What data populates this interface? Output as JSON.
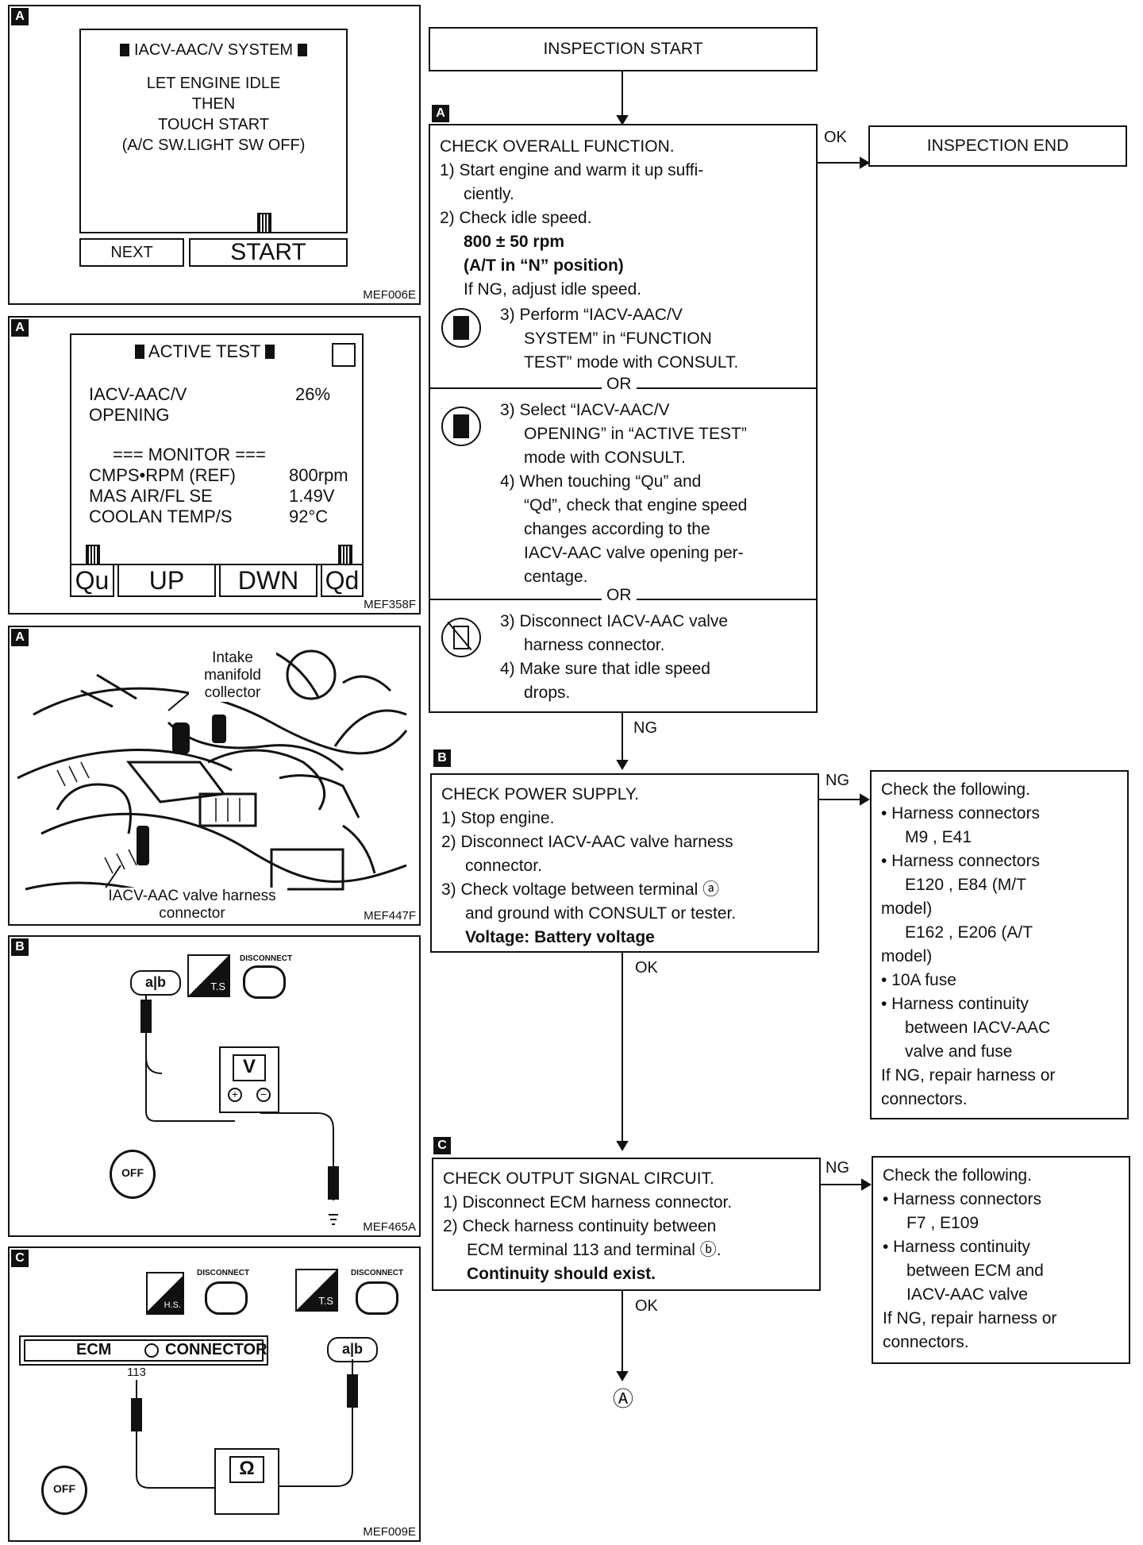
{
  "panels": {
    "p1": {
      "tag": "A",
      "title": "IACV-AAC/V SYSTEM",
      "lines": [
        "LET ENGINE IDLE",
        "THEN",
        "TOUCH START",
        "(A/C SW.LIGHT SW OFF)"
      ],
      "next": "NEXT",
      "start": "START",
      "code": "MEF006E"
    },
    "p2": {
      "tag": "A",
      "title": "ACTIVE TEST",
      "param1": "IACV-AAC/V",
      "param2": "OPENING",
      "param_val": "26%",
      "monitor": "=== MONITOR ===",
      "rows": [
        {
          "label": "CMPS•RPM (REF)",
          "value": "800rpm"
        },
        {
          "label": "MAS AIR/FL SE",
          "value": "1.49V"
        },
        {
          "label": "COOLAN TEMP/S",
          "value": "92°C"
        }
      ],
      "buttons": [
        "Qu",
        "UP",
        "DWN",
        "Qd"
      ],
      "code": "MEF358F"
    },
    "p3": {
      "tag": "A",
      "label1": "Intake manifold collector",
      "label2": "IACV-AAC valve harness connector",
      "code": "MEF447F"
    },
    "p4": {
      "tag": "B",
      "disconnect": "DISCONNECT",
      "ts": "T.S",
      "meter": "V",
      "off": "OFF",
      "code": "MEF465A"
    },
    "p5": {
      "tag": "C",
      "disconnect1": "DISCONNECT",
      "disconnect2": "DISCONNECT",
      "hs": "H.S.",
      "ts": "T.S",
      "ecm": "ECM",
      "connector": "CONNECTOR",
      "terminal": "113",
      "meter": "Ω",
      "off": "OFF",
      "code": "MEF009E"
    }
  },
  "flow": {
    "start": "INSPECTION START",
    "end": "INSPECTION END",
    "tag_a": "A",
    "tag_b": "B",
    "tag_c": "C",
    "ok1": "OK",
    "ng1": "NG",
    "ng2": "NG",
    "ok2": "OK",
    "ng3": "NG",
    "ok3": "OK",
    "final": "Ⓐ",
    "or1": "OR",
    "or2": "OR",
    "a_lines": [
      "CHECK OVERALL FUNCTION.",
      "1) Start engine and warm it up suffi-",
      "ciently.",
      "2) Check idle speed.",
      "800 ± 50 rpm",
      "(A/T in “N” position)",
      "If NG, adjust idle speed."
    ],
    "a_opt1": [
      "3) Perform “IACV-AAC/V",
      "SYSTEM” in “FUNCTION",
      "TEST” mode with CONSULT."
    ],
    "a_opt2": [
      "3) Select “IACV-AAC/V",
      "OPENING” in “ACTIVE TEST”",
      "mode with CONSULT.",
      "4) When touching “Qu” and",
      "“Qd”, check that engine speed",
      "changes according to the",
      "IACV-AAC valve opening per-",
      "centage."
    ],
    "a_opt3": [
      "3) Disconnect IACV-AAC valve",
      "harness connector.",
      "4) Make sure that idle speed",
      "drops."
    ],
    "b_lines": [
      "CHECK POWER SUPPLY.",
      "1) Stop engine.",
      "2) Disconnect IACV-AAC valve harness",
      "connector.",
      "3) Check voltage between terminal ⓐ",
      "and ground with CONSULT or tester.",
      "Voltage: Battery voltage"
    ],
    "b_side": [
      "Check the following.",
      "• Harness connectors",
      "M9 , E41",
      "• Harness connectors",
      "E120 , E84 (M/T",
      "model)",
      "E162 , E206 (A/T",
      "model)",
      "• 10A fuse",
      "• Harness continuity",
      "between IACV-AAC",
      "valve and fuse",
      "If NG, repair harness or",
      "connectors."
    ],
    "c_lines": [
      "CHECK OUTPUT SIGNAL CIRCUIT.",
      "1) Disconnect ECM harness connector.",
      "2) Check harness continuity between",
      "ECM terminal 113 and terminal ⓑ.",
      "Continuity should exist."
    ],
    "c_side": [
      "Check the following.",
      "• Harness connectors",
      "F7 , E109",
      "• Harness continuity",
      "between ECM and",
      "IACV-AAC valve",
      "If NG, repair harness or",
      "connectors."
    ]
  }
}
